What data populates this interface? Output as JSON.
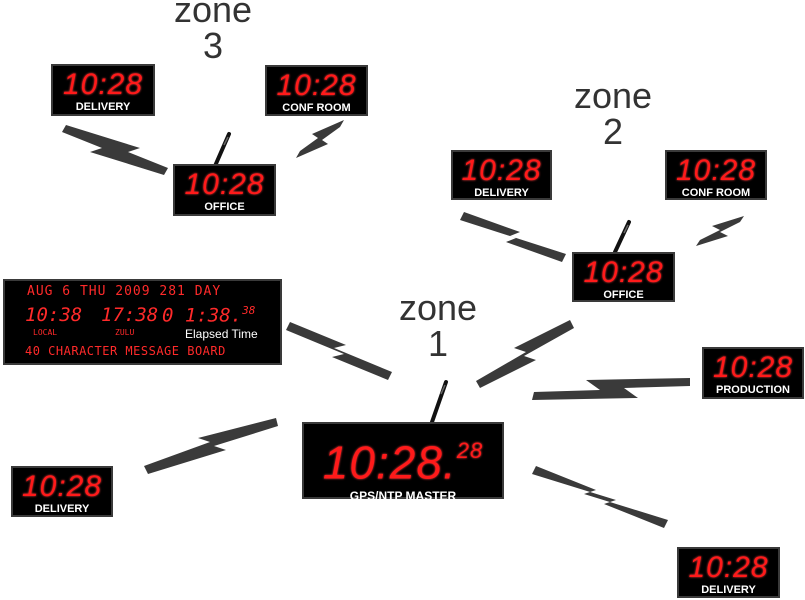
{
  "zones": [
    {
      "word": "zone",
      "number": "3"
    },
    {
      "word": "zone",
      "number": "2"
    },
    {
      "word": "zone",
      "number": "1"
    }
  ],
  "clocks": {
    "z3_delivery": {
      "time": "10:28",
      "name": "DELIVERY"
    },
    "z3_conf_room": {
      "time": "10:28",
      "name": "CONF ROOM"
    },
    "z3_office": {
      "time": "10:28",
      "name": "OFFICE"
    },
    "z2_delivery": {
      "time": "10:28",
      "name": "DELIVERY"
    },
    "z2_conf_room": {
      "time": "10:28",
      "name": "CONF ROOM"
    },
    "z2_office": {
      "time": "10:28",
      "name": "OFFICE"
    },
    "production": {
      "time": "10:28",
      "name": "PRODUCTION"
    },
    "z1_delivery_left": {
      "time": "10:28",
      "name": "DELIVERY"
    },
    "z1_delivery_right": {
      "time": "10:28",
      "name": "DELIVERY"
    }
  },
  "master": {
    "time": "10:28.",
    "seconds": "28",
    "name": "GPS/NTP  MASTER"
  },
  "message_board": {
    "top_line": "AUG  6 THU 2009  281 DAY",
    "local_time": "10:38",
    "local_label": "LOCAL",
    "zulu_time": "17:38",
    "zulu_label": "ZULU",
    "elapsed_time": "0 1:38.",
    "elapsed_seconds": "38",
    "elapsed_label": "Elapsed Time",
    "message": "40 CHARACTER MESSAGE BOARD"
  },
  "colors": {
    "digit": "#ff1a1a",
    "bolt": "#3a3a3a",
    "housing": "#000000",
    "zone_text": "#333333"
  }
}
